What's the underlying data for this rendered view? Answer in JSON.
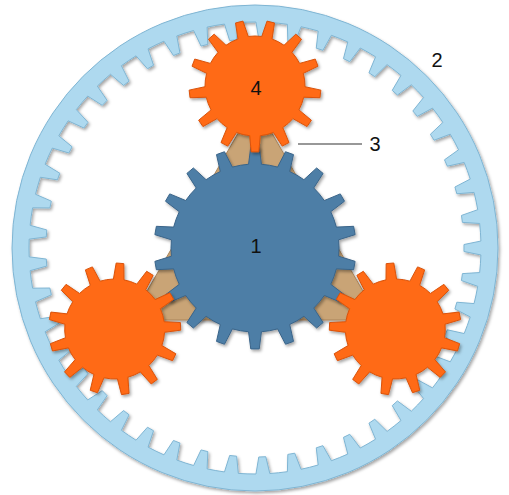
{
  "diagram": {
    "labels": [
      "2",
      "4",
      "3",
      "1"
    ]
  }
}
